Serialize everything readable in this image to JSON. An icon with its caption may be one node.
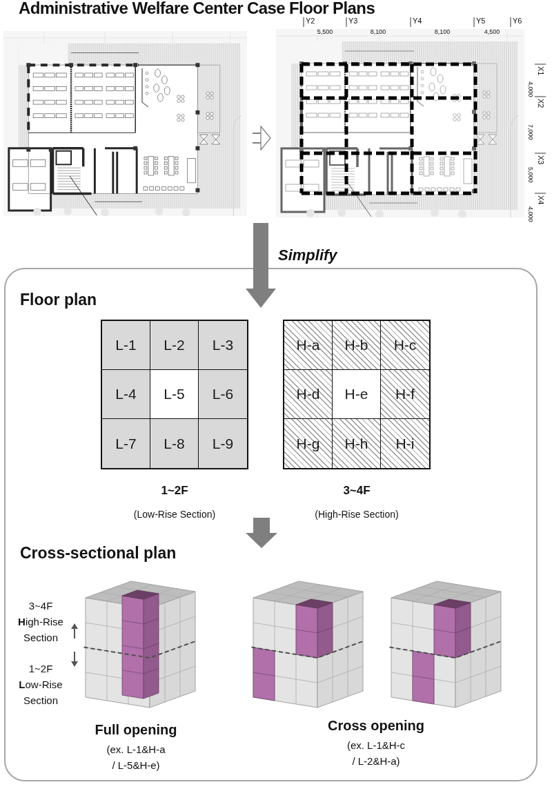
{
  "diagram": {
    "title": "Administrative Welfare Center Case Floor Plans",
    "nodes": [
      {
        "text": [],
        "shape": "picture"
      },
      {
        "text": [],
        "shape": "picture"
      },
      {
        "text": [],
        "shape": "box"
      },
      {
        "text": [],
        "shape": "box",
        "in": 2,
        "beside": [
          "1~2F",
          "(Low-Rise Section)"
        ]
      },
      {
        "text": [
          "L-1"
        ],
        "in": 3
      },
      {
        "text": [
          "L-2"
        ],
        "in": 3
      },
      {
        "text": [
          "L-3"
        ],
        "in": 3
      },
      {
        "text": [
          "L-4"
        ],
        "in": 3
      },
      {
        "text": [
          "L-5"
        ],
        "in": 3
      },
      {
        "text": [
          "L-6"
        ],
        "in": 3
      },
      {
        "text": [
          "L-7"
        ],
        "in": 3
      },
      {
        "text": [
          "L-8"
        ],
        "in": 3
      },
      {
        "text": [
          "L-9"
        ],
        "in": 3
      },
      {
        "text": [],
        "shape": "box",
        "in": 2,
        "beside": [
          "3~4F",
          "(High-Rise Section)"
        ]
      },
      {
        "text": [
          "H-a"
        ],
        "in": 13
      },
      {
        "text": [
          "H-b"
        ],
        "in": 13
      },
      {
        "text": [
          "H-c"
        ],
        "in": 13
      },
      {
        "text": [
          "H-d"
        ],
        "in": 13
      },
      {
        "text": [
          "H-e"
        ],
        "in": 13
      },
      {
        "text": [
          "H-f"
        ],
        "in": 13
      },
      {
        "text": [
          "H-g"
        ],
        "in": 13
      },
      {
        "text": [
          "H-h"
        ],
        "in": 13
      },
      {
        "text": [
          "H-i"
        ],
        "in": 13
      },
      {
        "text": [],
        "shape": "picture",
        "in": 2,
        "beside": [
          "Full opening",
          "(ex. L-1&H-a / L-5&H-e)"
        ]
      },
      {
        "text": [],
        "shape": "picture",
        "in": 2
      },
      {
        "text": [],
        "shape": "picture",
        "in": 2
      }
    ],
    "edges": [
      {
        "from": 0,
        "to": 1,
        "arrow": "to"
      },
      {
        "from": null,
        "to": 2,
        "arrow": "to",
        "label": "Simplify"
      }
    ],
    "labels": [
      "Y2",
      "Y3",
      "Y4",
      "Y5",
      "Y6",
      "5,500",
      "8,100",
      "8,100",
      "4,500",
      "X1",
      "4,000",
      "X2",
      "7,000",
      "X3",
      "5,000",
      "X4",
      "4,000",
      "Floor plan",
      "Cross-sectional plan",
      "3~4F **H**igh-Rise Section",
      "1~2F **L**ow-Rise Section",
      "Cross opening",
      "(ex. L-1&H-c / L-2&H-a)"
    ]
  }
}
